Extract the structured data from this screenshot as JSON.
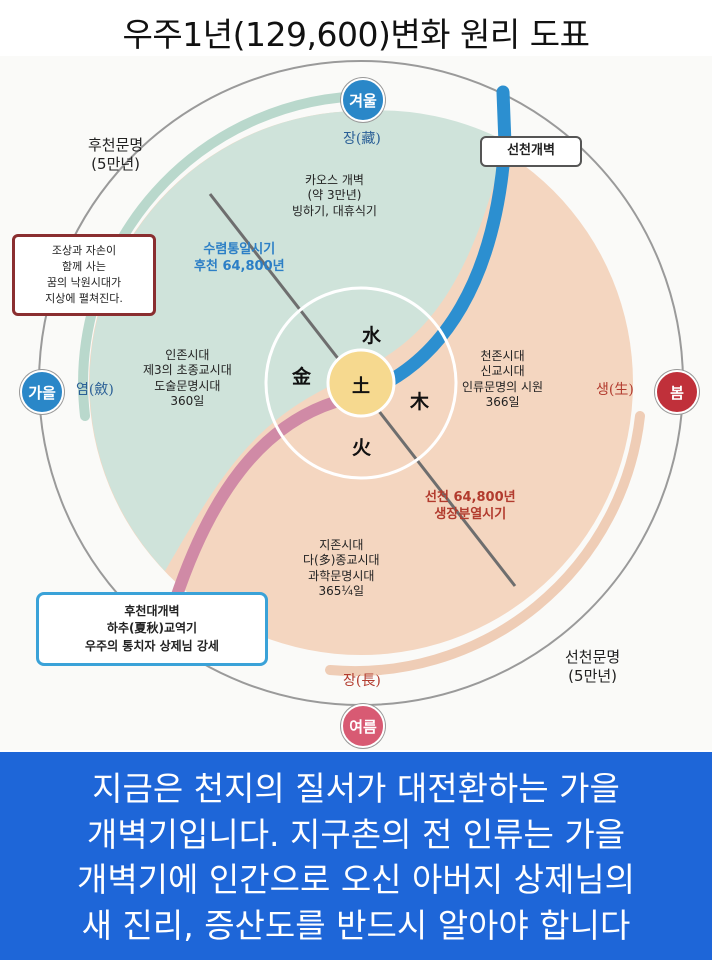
{
  "title": "우주1년(129,600)변화 원리 도표",
  "seasons": {
    "winter": "겨울",
    "spring": "봄",
    "summer": "여름",
    "autumn": "가을"
  },
  "markers": {
    "top": "장(藏)",
    "right": "생(生)",
    "bottom": "장(長)",
    "left": "염(斂)"
  },
  "five_elements": {
    "water": "水",
    "wood": "木",
    "fire": "火",
    "metal": "金",
    "earth": "土"
  },
  "labels": {
    "later_civ": [
      "후천문명",
      "(5만년)"
    ],
    "prior_civ": [
      "선천문명",
      "(5만년)"
    ],
    "chaos": [
      "카오스 개벽",
      "(약 3만년)",
      "빙하기, 대휴식기"
    ],
    "later_period": [
      "수렴통일시기",
      "후천 64,800년"
    ],
    "prior_period": [
      "선천 64,800년",
      "생장분열시기"
    ],
    "human_era": [
      "인존시대",
      "제3의 초종교시대",
      "도술문명시대",
      "360일"
    ],
    "heaven_era": [
      "천존시대",
      "신교시대",
      "인류문명의 시원",
      "366일"
    ],
    "earth_era": [
      "지존시대",
      "다(多)종교시대",
      "과학문명시대",
      "365¼일"
    ]
  },
  "boxes": {
    "prior_opening": "선천개벽",
    "ancestors": [
      "조상과 자손이",
      "함께 사는",
      "꿈의 낙원시대가",
      "지상에 펼쳐진다."
    ],
    "later_opening": [
      "후천대개벽",
      "하추(夏秋)교역기",
      "우주의 통치자 상제님 강세"
    ]
  },
  "banner_lines": [
    "지금은 천지의 질서가 대전환하는 가을",
    "개벽기입니다. 지구촌의 전 인류는 가을",
    "개벽기에 인간으로 오신 아버지 상제님의",
    "새 진리, 증산도를 반드시 알아야 합니다"
  ],
  "colors": {
    "teal_region": "#cfe3da",
    "peach_region": "#f4d6c0",
    "winter": "#2a87c8",
    "spring": "#c0303a",
    "summer": "#d85a73",
    "autumn": "#2a87c8",
    "banner": "#1e66d8",
    "blue_label": "#2c7fc6",
    "red_label": "#b23b2e"
  }
}
